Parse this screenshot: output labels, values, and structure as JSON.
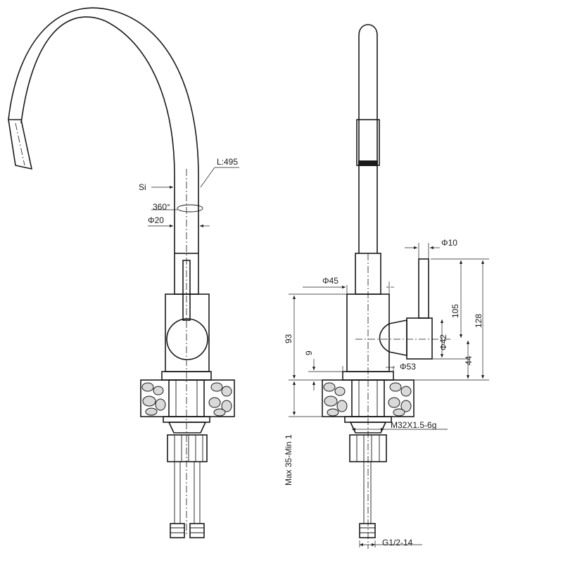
{
  "labels": {
    "length": "L:495",
    "spout_material": "Si",
    "rotation": "360°",
    "spout_diameter": "Φ20",
    "handle_diameter": "Φ10",
    "body_diameter": "Φ45",
    "height_105": "105",
    "height_128": "128",
    "height_93": "93",
    "knob_diameter": "Φ42",
    "height_44": "44",
    "flange_height": "9",
    "base_diameter": "Φ53",
    "thread": "M32X1.5-6g",
    "counter_thickness": "Max 35-Min 1",
    "hose_thread": "G1/2-14"
  }
}
